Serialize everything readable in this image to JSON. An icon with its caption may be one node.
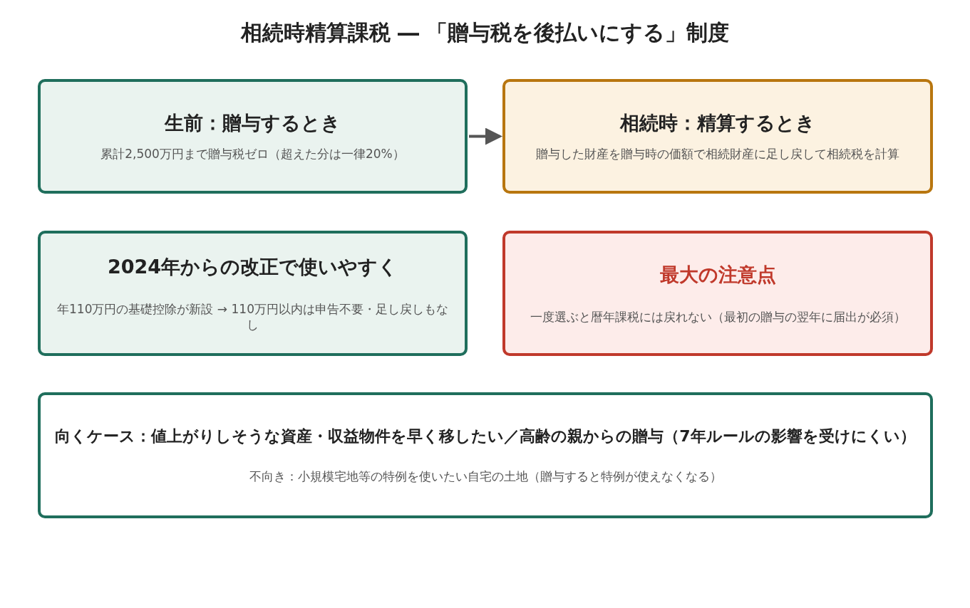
{
  "diagram": {
    "title": "相続時精算課税 ― 「贈与税を後払いにする」制度",
    "nodes": [
      {
        "text": [
          "生前：贈与するとき",
          "累計2,500万円まで贈与税ゼロ（超えた分は一律20%）"
        ]
      },
      {
        "text": [
          "相続時：精算するとき",
          "贈与した財産を贈与時の価額で相続財産に足し戻して相続税を計算"
        ]
      },
      {
        "text": [
          "2024年からの改正で使いやすく",
          "年110万円の基礎控除が新設 → 110万円以内は申告不要・足し戻しもなし"
        ]
      },
      {
        "text": [
          "最大の注意点",
          "一度選ぶと暦年課税には戻れない（最初の贈与の翌年に届出が必須）"
        ]
      },
      {
        "text": [
          "向くケース：値上がりしそうな資産・収益物件を早く移したい／高齢の親からの贈与（7年ルールの影響を受けにくい）",
          "不向き：小規模宅地等の特例を使いたい自宅の土地（贈与すると特例が使えなくなる）"
        ]
      }
    ],
    "edges": [
      {
        "from": 0,
        "to": 1,
        "arrow": "to"
      }
    ]
  }
}
